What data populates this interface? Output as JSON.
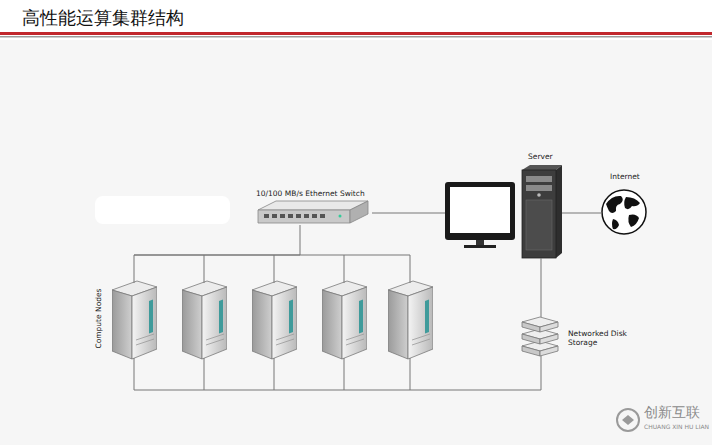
{
  "diagram": {
    "title": "高性能运算集群结构",
    "nodes": [
      {
        "text": [
          "10/100 MB/s Ethernet Switch"
        ]
      },
      {
        "text": [
          "Server"
        ]
      },
      {
        "text": [
          "Internet"
        ]
      },
      {
        "text": [
          "Compute Nodes"
        ]
      },
      {
        "text": [
          "Networked Disk Storage"
        ]
      }
    ],
    "edges": [
      {
        "from": 0,
        "to": 1,
        "arrow": "none"
      },
      {
        "from": 0,
        "to": 3,
        "arrow": "none"
      },
      {
        "from": 1,
        "to": 2,
        "arrow": "none"
      },
      {
        "from": 1,
        "to": 4,
        "arrow": "none"
      },
      {
        "from": 4,
        "to": 3,
        "arrow": "none"
      }
    ],
    "labels": [
      "创新互联",
      "CHUANG XIN HU LIAN"
    ]
  }
}
